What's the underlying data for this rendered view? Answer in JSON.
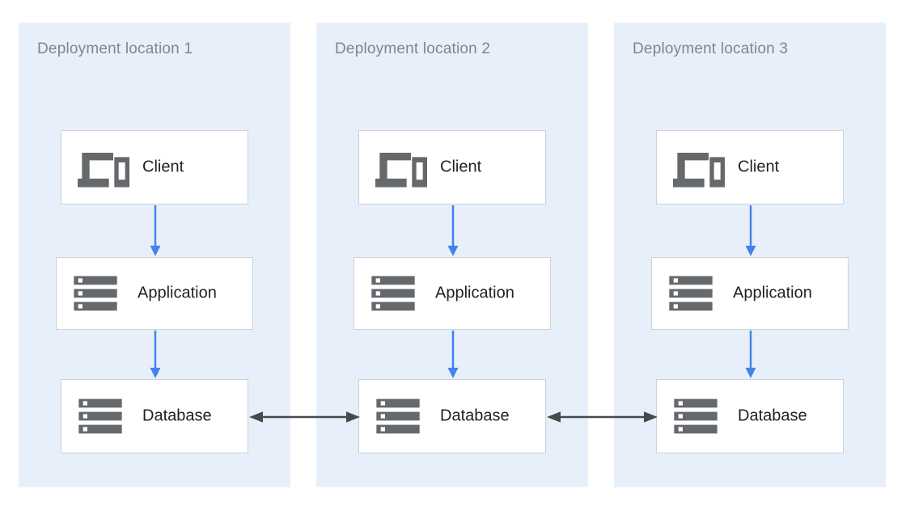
{
  "diagram": {
    "panels": [
      {
        "title": "Deployment location 1",
        "nodes": [
          {
            "label": "Client",
            "icon": "devices-icon"
          },
          {
            "label": "Application",
            "icon": "server-stack-icon"
          },
          {
            "label": "Database",
            "icon": "server-stack-icon"
          }
        ]
      },
      {
        "title": "Deployment location 2",
        "nodes": [
          {
            "label": "Client",
            "icon": "devices-icon"
          },
          {
            "label": "Application",
            "icon": "server-stack-icon"
          },
          {
            "label": "Database",
            "icon": "server-stack-icon"
          }
        ]
      },
      {
        "title": "Deployment location 3",
        "nodes": [
          {
            "label": "Client",
            "icon": "devices-icon"
          },
          {
            "label": "Application",
            "icon": "server-stack-icon"
          },
          {
            "label": "Database",
            "icon": "server-stack-icon"
          }
        ]
      }
    ],
    "connections": {
      "within_each_panel": [
        "Client → Application",
        "Application → Database"
      ],
      "between_panels": [
        "Database 1 ↔ Database 2",
        "Database 2 ↔ Database 3"
      ]
    },
    "colors": {
      "canvas_bg": "#ffffff",
      "panel_bg": "#e7f0fa",
      "box_bg": "#ffffff",
      "box_border": "#ccd1d5",
      "title_text": "#7d868d",
      "label_text": "#212121",
      "icon_color": "#66696c",
      "flow_arrow": "#4682ea",
      "sync_arrow": "#47494c"
    }
  }
}
